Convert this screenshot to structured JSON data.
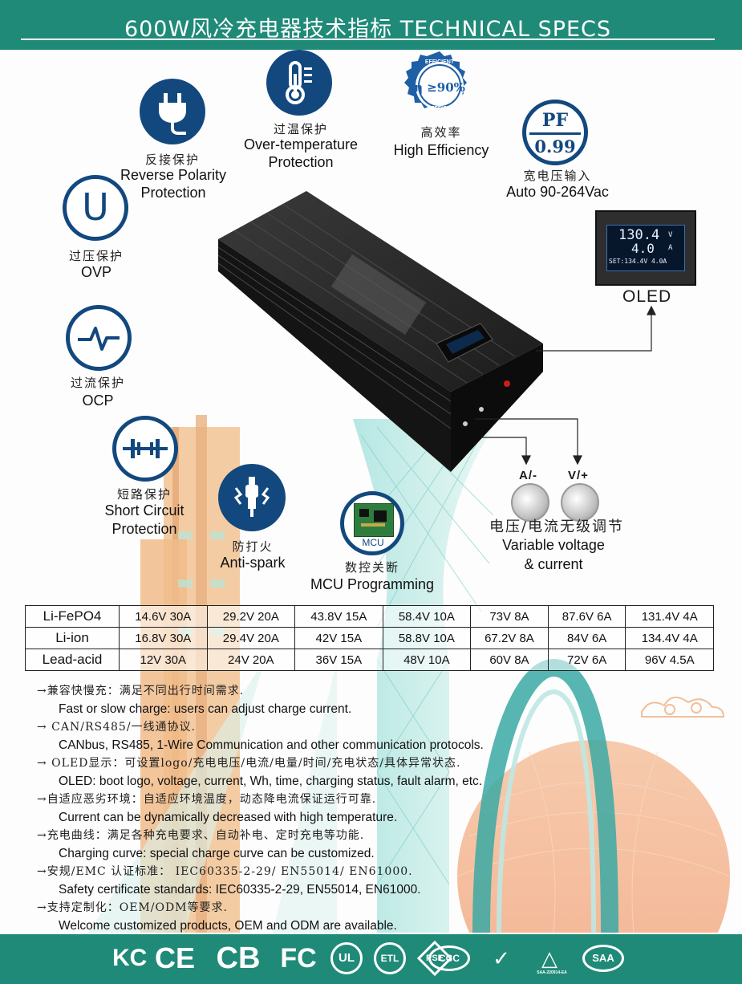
{
  "header": {
    "title": "600W风冷充电器技术指标 TECHNICAL SPECS"
  },
  "features": {
    "reverse_polarity": {
      "cn": "反接保护",
      "en1": "Reverse Polarity",
      "en2": "Protection"
    },
    "over_temperature": {
      "cn": "过温保护",
      "en1": "Over-temperature",
      "en2": "Protection"
    },
    "high_efficiency": {
      "cn": "高效率",
      "en1": "High Efficiency",
      "badge_top": "EFFICIENT",
      "badge_bottom": "EFFICI",
      "badge_value": "η ≥90%"
    },
    "auto_voltage": {
      "cn": "宽电压输入",
      "en1": "Auto 90-264Vac",
      "badge_top": "PF",
      "badge_value": "0.99"
    },
    "ovp": {
      "cn": "过压保护",
      "en1": "OVP"
    },
    "ocp": {
      "cn": "过流保护",
      "en1": "OCP"
    },
    "short_circuit": {
      "cn": "短路保护",
      "en1": "Short Circuit",
      "en2": "Protection"
    },
    "anti_spark": {
      "cn": "防打火",
      "en1": "Anti-spark"
    },
    "mcu": {
      "cn": "数控关断",
      "en1": "MCU Programming",
      "chip": "MCU"
    }
  },
  "oled": {
    "label": "OLED",
    "screen_voltage": "130.4",
    "screen_voltage_unit": "V",
    "screen_current": "4.0",
    "screen_current_unit": "A",
    "screen_set": "SET:134.4V  4.0A"
  },
  "knobs": {
    "current_label": "A/-",
    "voltage_label": "V/+",
    "cn": "电压/电流无级调节",
    "en1": "Variable voltage",
    "en2": "& current"
  },
  "spec_table": {
    "rows": [
      {
        "type": "Li-FePO4",
        "cells": [
          "14.6V 30A",
          "29.2V 20A",
          "43.8V 15A",
          "58.4V 10A",
          "73V 8A",
          "87.6V 6A",
          "131.4V 4A"
        ]
      },
      {
        "type": "Li-ion",
        "cells": [
          "16.8V 30A",
          "29.4V 20A",
          "42V 15A",
          "58.8V 10A",
          "67.2V 8A",
          "84V 6A",
          "134.4V 4A"
        ]
      },
      {
        "type": "Lead-acid",
        "cells": [
          "12V 30A",
          "24V 20A",
          "36V 15A",
          "48V 10A",
          "60V 8A",
          "72V 6A",
          "96V 4.5A"
        ]
      }
    ]
  },
  "notes": [
    {
      "cn": "→兼容快慢充：满足不同出行时间需求.",
      "en": "Fast or slow charge: users can adjust charge current."
    },
    {
      "cn": "→ CAN/RS485/一线通协议.",
      "en": "CANbus, RS485, 1-Wire Communication  and other communication protocols."
    },
    {
      "cn": "→ OLED显示：可设置logo/充电电压/电流/电量/时间/充电状态/具体异常状态.",
      "en": "OLED: boot logo, voltage, current, Wh, time, charging status, fault alarm, etc."
    },
    {
      "cn": "→自适应恶劣环境：自适应环境温度，动态降电流保证运行可靠.",
      "en": "Current can be dynamically decreased with high temperature."
    },
    {
      "cn": "→充电曲线：满足各种充电要求、自动补电、定时充电等功能.",
      "en": "Charging curve: special charge curve can be  customized."
    },
    {
      "cn": "→安规/EMC 认证标准： IEC60335-2-29/ EN55014/ EN61000.",
      "en": "Safety certificate standards: IEC60335-2-29,   EN55014, EN61000."
    },
    {
      "cn": "→支持定制化：OEM/ODM等要求.",
      "en": "Welcome customized products, OEM and ODM are available."
    }
  ],
  "certifications": {
    "kc": "KC",
    "ce": "CE",
    "cb": "CB",
    "fc": "FC",
    "ul": "UL",
    "etl": "ETL",
    "pse": "PSE",
    "ccc": "CCC",
    "saa_small": "SAA-220914-EA",
    "saa": "SAA"
  },
  "colors": {
    "brand_teal": "#1f8a78",
    "icon_navy": "#13487e"
  }
}
